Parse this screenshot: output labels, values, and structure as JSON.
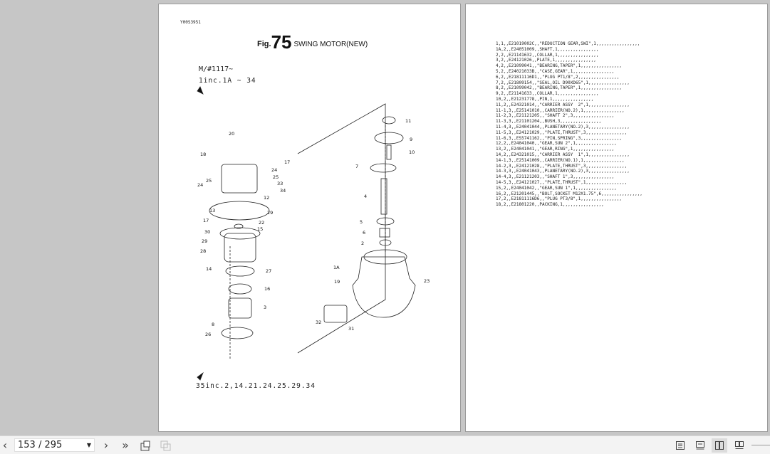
{
  "left_page": {
    "doc_id": "Y00S3951",
    "fig_prefix": "Fig.",
    "fig_number": "75",
    "fig_title": "SWING MOTOR(NEW)",
    "serial": "M/#1117~",
    "includes_1": "1inc.1A ~ 34",
    "includes_35": "35inc.2,14.21.24.25.29.34",
    "callouts": [
      "20",
      "18",
      "17",
      "24",
      "25",
      "33",
      "34",
      "24",
      "25",
      "12",
      "13",
      "17",
      "29",
      "22",
      "15",
      "30",
      "29",
      "28",
      "14",
      "27",
      "16",
      "3",
      "8",
      "26",
      "11",
      "9",
      "10",
      "7",
      "4",
      "5",
      "6",
      "2",
      "1A",
      "19",
      "23",
      "32",
      "31"
    ]
  },
  "right_page": {
    "parts_list": [
      "1,1,,E21019002C,,\"REDUCTION GEAR,SWI\",1,,,,,,,,,,,,,,,,,",
      "1A,2,,E24051009,,SHAFT,1,,,,,,,,,,,,,,,,",
      "2,2,,E21141632,,COLLAR,1,,,,,,,,,,,,,,,,",
      "3,2,,E24121026,,PLATE,1,,,,,,,,,,,,,,,,",
      "4,2,,E21099041,,\"BEARING,TAPER\",1,,,,,,,,,,,,,,,,",
      "5,2,,E24021033B,,\"CASE,GEAR\",1,,,,,,,,,,,,,,,,",
      "6,2,,E21811116D1,,\"PLUG PT1/8\",2,,,,,,,,,,,,,,,,",
      "7,2,,E21809154,,\"SEAL,OIL D90XD65\",1,,,,,,,,,,,,,,,,",
      "8,2,,E21099042,,\"BEARING,TAPER\",1,,,,,,,,,,,,,,,,",
      "9,2,,E21141633,,COLLAR,1,,,,,,,,,,,,,,,,",
      "10,2,,E21231778,,PIN,1,,,,,,,,,,,,,,,,",
      "11,2,,E24321014,,\"CARRIER ASSY  2\",1,,,,,,,,,,,,,,,,",
      "11-1,3,,E25141010,,CARRIER(NO.2),1,,,,,,,,,,,,,,,,",
      "11-2,3,,E21121205,,\"SHAFT 2\",3,,,,,,,,,,,,,,,,",
      "11-3,3,,E21101204,,BUSH,3,,,,,,,,,,,,,,,,",
      "11-4,3,,E24041044,,PLANETARY(NO.2),3,,,,,,,,,,,,,,,,",
      "11-5,3,,E24121029,,\"PLATE,THRUST\",3,,,,,,,,,,,,,,,,",
      "11-6,3,,ES5741162,,\"PIN,SPRING\",3,,,,,,,,,,,,,,,,",
      "12,2,,E24041040,,\"GEAR,SUN 2\",1,,,,,,,,,,,,,,,,",
      "13,2,,E24041041,,\"GEAR,RING\",1,,,,,,,,,,,,,,,,",
      "14,2,,E24321015,,\"CARRIER ASSY  1\",1,,,,,,,,,,,,,,,,",
      "14-1,3,,E25141009,,CARRIER(NO.1),1,,,,,,,,,,,,,,,,",
      "14-2,3,,E24121028,,\"PLATE,THRUST\",3,,,,,,,,,,,,,,,,",
      "14-3,3,,E24041043,,PLANETARY(NO.2),3,,,,,,,,,,,,,,,,",
      "14-4,3,,E21121203,,\"SHAFT 1\",3,,,,,,,,,,,,,,,,",
      "14-5,3,,E24121027,,\"PLATE,THRUST\",1,,,,,,,,,,,,,,,,",
      "15,2,,E24041042,,\"GEAR,SUN 1\",1,,,,,,,,,,,,,,,,",
      "16,2,,E21201445,,\"BOLT,SOCKET M12X1.75\",6,,,,,,,,,,,,,,,,",
      "17,2,,E21811116D6,,\"PLUG PT3/8\",1,,,,,,,,,,,,,,,,",
      "18,2,,E21801220,,PACKING,1,,,,,,,,,,,,,,,,"
    ]
  },
  "toolbar": {
    "page_indicator": "153 / 295",
    "icons": [
      "chevron-left-icon",
      "chevron-right-icon",
      "double-chevron-right-icon",
      "rotate-page-icon",
      "compare-page-icon",
      "single-page-icon",
      "continuous-page-icon",
      "two-page-icon",
      "two-page-continuous-icon"
    ],
    "active_view": "two-page-icon"
  }
}
